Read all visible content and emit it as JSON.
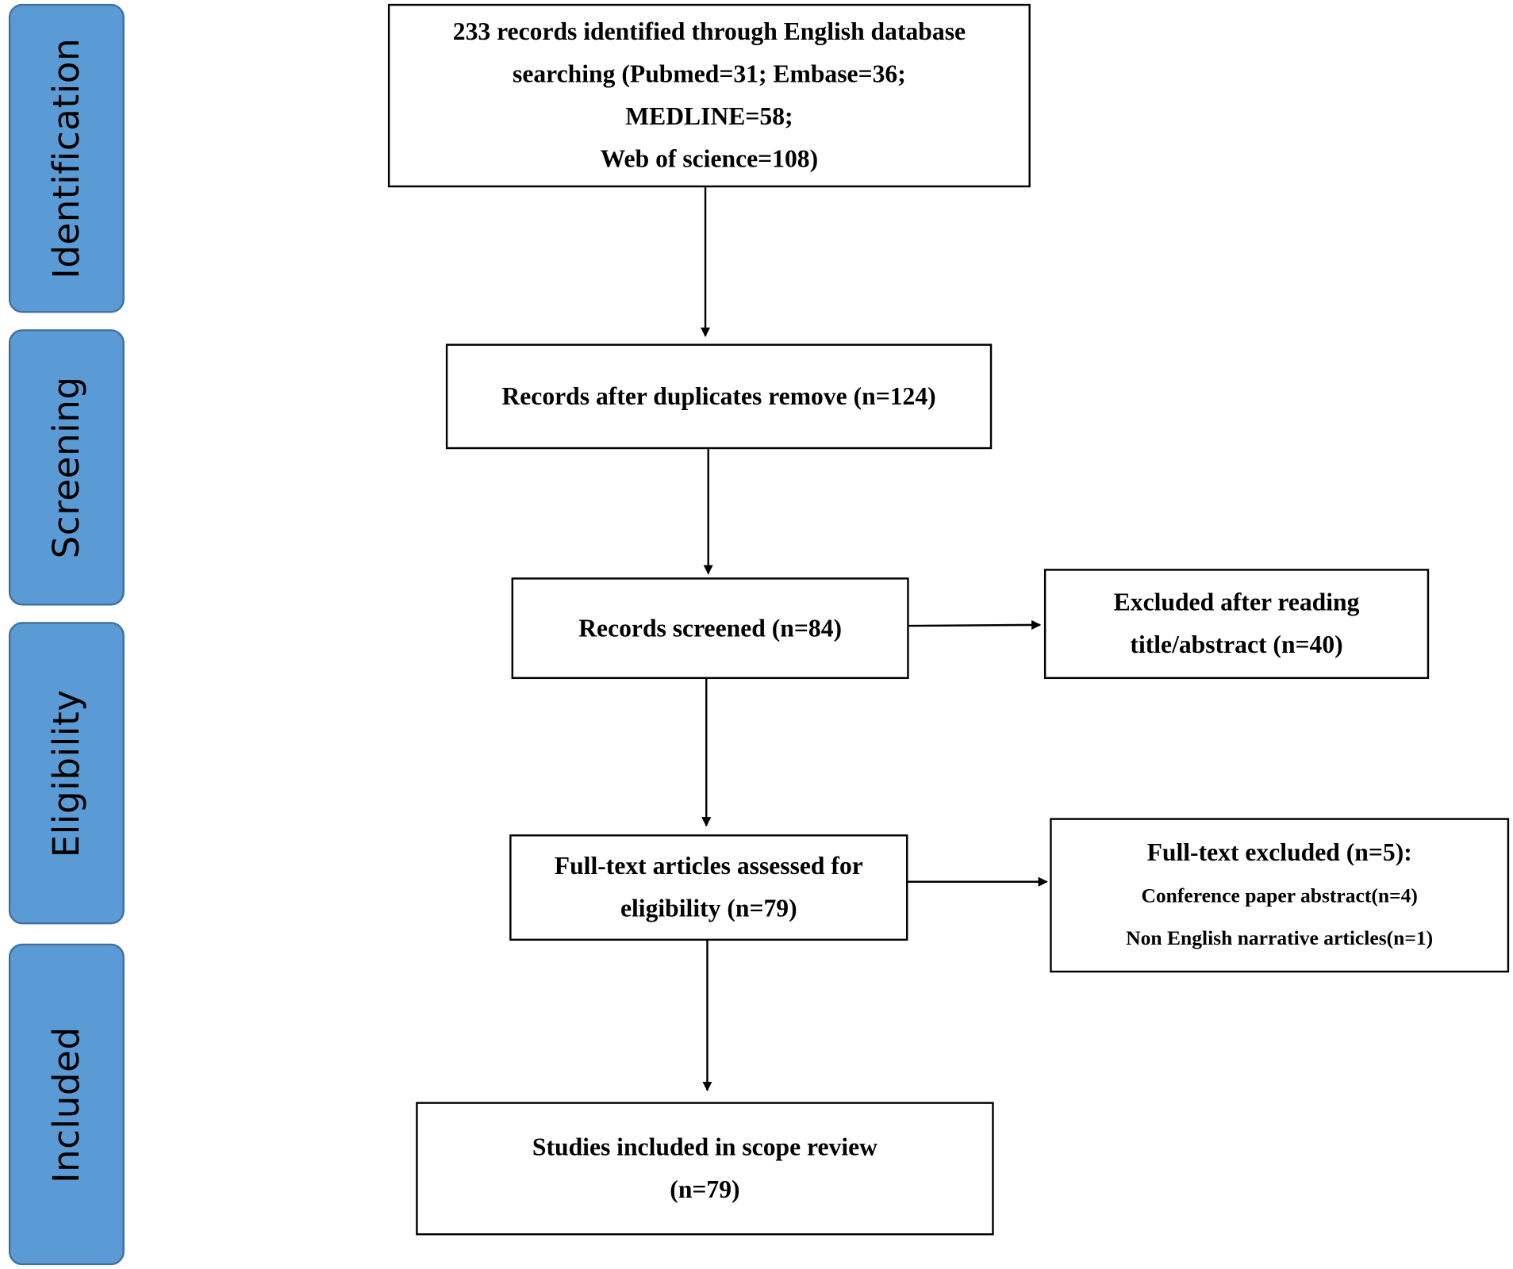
{
  "phases": {
    "identification": "Identification",
    "screening": "Screening",
    "eligibility": "Eligibility",
    "included": "Included"
  },
  "boxes": {
    "identified": {
      "lines": [
        "233 records identified through English database",
        "searching (Pubmed=31; Embase=36;",
        "MEDLINE=58;",
        "Web of science=108)"
      ]
    },
    "duplicates_removed": {
      "lines": [
        "Records after duplicates remove (n=124)"
      ]
    },
    "screened": {
      "lines": [
        "Records screened (n=84)"
      ]
    },
    "excluded_title_abstract": {
      "lines": [
        "Excluded after reading",
        "title/abstract (n=40)"
      ]
    },
    "full_text_assessed": {
      "lines": [
        "Full-text articles assessed for",
        "eligibility (n=79)"
      ]
    },
    "full_text_excluded": {
      "title": "Full-text excluded (n=5):",
      "reasons": [
        "Conference paper abstract(n=4)",
        "Non English narrative articles(n=1)"
      ]
    },
    "included": {
      "lines": [
        "Studies included in scope review",
        "(n=79)"
      ]
    }
  },
  "colors": {
    "phase_fill": "#5b9bd5",
    "phase_border": "#41719c",
    "box_border": "#000000"
  }
}
